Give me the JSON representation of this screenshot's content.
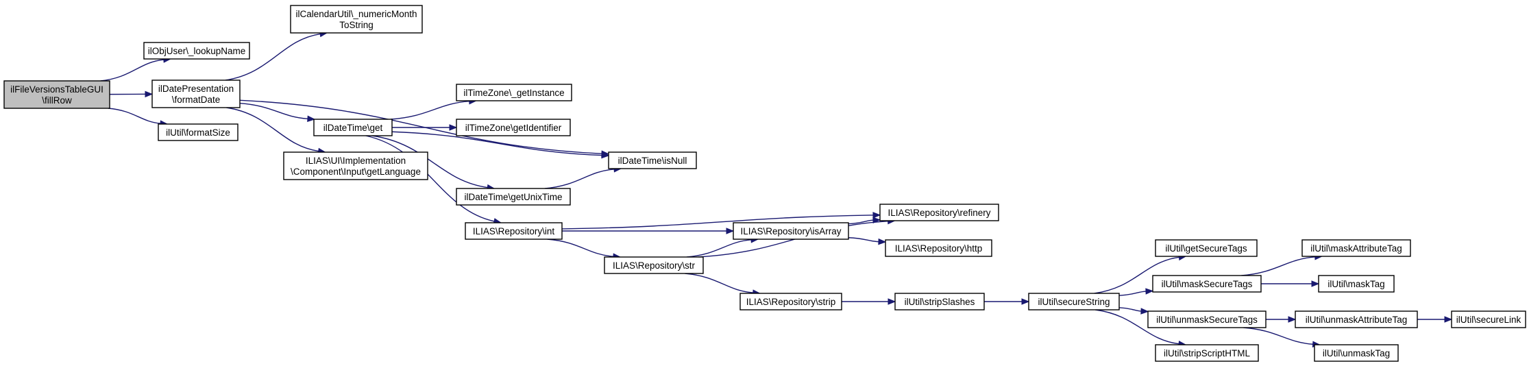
{
  "graph": {
    "colors": {
      "edge": "#191970",
      "root_fill": "#bfbfbf",
      "node_fill": "#ffffff",
      "node_border": "#000000"
    },
    "nodes": [
      {
        "id": "fillRow",
        "lines": [
          "ilFileVersionsTableGUI",
          "\\fillRow"
        ],
        "root": true
      },
      {
        "id": "lookupName",
        "lines": [
          "ilObjUser\\_lookupName"
        ]
      },
      {
        "id": "formatDate",
        "lines": [
          "ilDatePresentation",
          "\\formatDate"
        ]
      },
      {
        "id": "formatSize",
        "lines": [
          "ilUtil\\formatSize"
        ]
      },
      {
        "id": "numericMonth",
        "lines": [
          "ilCalendarUtil\\_numericMonth",
          "ToString"
        ]
      },
      {
        "id": "dtGet",
        "lines": [
          "ilDateTime\\get"
        ]
      },
      {
        "id": "getLanguage",
        "lines": [
          "ILIAS\\UI\\Implementation",
          "\\Component\\Input\\getLanguage"
        ]
      },
      {
        "id": "isNull",
        "lines": [
          "ilDateTime\\isNull"
        ]
      },
      {
        "id": "tzGetInstance",
        "lines": [
          "ilTimeZone\\_getInstance"
        ]
      },
      {
        "id": "tzGetIdentifier",
        "lines": [
          "ilTimeZone\\getIdentifier"
        ]
      },
      {
        "id": "getUnixTime",
        "lines": [
          "ilDateTime\\getUnixTime"
        ]
      },
      {
        "id": "repoInt",
        "lines": [
          "ILIAS\\Repository\\int"
        ]
      },
      {
        "id": "repoRefinery",
        "lines": [
          "ILIAS\\Repository\\refinery"
        ]
      },
      {
        "id": "repoIsArray",
        "lines": [
          "ILIAS\\Repository\\isArray"
        ]
      },
      {
        "id": "repoHttp",
        "lines": [
          "ILIAS\\Repository\\http"
        ]
      },
      {
        "id": "repoStr",
        "lines": [
          "ILIAS\\Repository\\str"
        ]
      },
      {
        "id": "repoStrip",
        "lines": [
          "ILIAS\\Repository\\strip"
        ]
      },
      {
        "id": "stripSlashes",
        "lines": [
          "ilUtil\\stripSlashes"
        ]
      },
      {
        "id": "secureString",
        "lines": [
          "ilUtil\\secureString"
        ]
      },
      {
        "id": "getSecureTags",
        "lines": [
          "ilUtil\\getSecureTags"
        ]
      },
      {
        "id": "maskSecureTags",
        "lines": [
          "ilUtil\\maskSecureTags"
        ]
      },
      {
        "id": "unmaskSecureTags",
        "lines": [
          "ilUtil\\unmaskSecureTags"
        ]
      },
      {
        "id": "stripScriptHTML",
        "lines": [
          "ilUtil\\stripScriptHTML"
        ]
      },
      {
        "id": "maskAttributeTag",
        "lines": [
          "ilUtil\\maskAttributeTag"
        ]
      },
      {
        "id": "maskTag",
        "lines": [
          "ilUtil\\maskTag"
        ]
      },
      {
        "id": "unmaskAttributeTag",
        "lines": [
          "ilUtil\\unmaskAttributeTag"
        ]
      },
      {
        "id": "unmaskTag",
        "lines": [
          "ilUtil\\unmaskTag"
        ]
      },
      {
        "id": "secureLink",
        "lines": [
          "ilUtil\\secureLink"
        ]
      }
    ],
    "edges": [
      {
        "from": "fillRow",
        "to": "lookupName"
      },
      {
        "from": "fillRow",
        "to": "formatDate"
      },
      {
        "from": "fillRow",
        "to": "formatSize"
      },
      {
        "from": "formatDate",
        "to": "numericMonth"
      },
      {
        "from": "formatDate",
        "to": "isNull"
      },
      {
        "from": "formatDate",
        "to": "dtGet"
      },
      {
        "from": "formatDate",
        "to": "getLanguage"
      },
      {
        "from": "dtGet",
        "to": "tzGetInstance"
      },
      {
        "from": "dtGet",
        "to": "tzGetIdentifier"
      },
      {
        "from": "dtGet",
        "to": "isNull"
      },
      {
        "from": "dtGet",
        "to": "getUnixTime"
      },
      {
        "from": "dtGet",
        "to": "repoInt"
      },
      {
        "from": "getUnixTime",
        "to": "isNull"
      },
      {
        "from": "repoInt",
        "to": "repoRefinery"
      },
      {
        "from": "repoInt",
        "to": "repoIsArray"
      },
      {
        "from": "repoInt",
        "to": "repoStr"
      },
      {
        "from": "repoIsArray",
        "to": "repoRefinery"
      },
      {
        "from": "repoIsArray",
        "to": "repoHttp"
      },
      {
        "from": "repoStr",
        "to": "repoIsArray"
      },
      {
        "from": "repoStr",
        "to": "repoRefinery"
      },
      {
        "from": "repoStr",
        "to": "repoStrip"
      },
      {
        "from": "repoStrip",
        "to": "stripSlashes"
      },
      {
        "from": "stripSlashes",
        "to": "secureString"
      },
      {
        "from": "secureString",
        "to": "getSecureTags"
      },
      {
        "from": "secureString",
        "to": "maskSecureTags"
      },
      {
        "from": "secureString",
        "to": "unmaskSecureTags"
      },
      {
        "from": "secureString",
        "to": "stripScriptHTML"
      },
      {
        "from": "maskSecureTags",
        "to": "maskAttributeTag"
      },
      {
        "from": "maskSecureTags",
        "to": "maskTag"
      },
      {
        "from": "unmaskSecureTags",
        "to": "unmaskAttributeTag"
      },
      {
        "from": "unmaskSecureTags",
        "to": "unmaskTag"
      },
      {
        "from": "unmaskAttributeTag",
        "to": "secureLink"
      }
    ]
  }
}
